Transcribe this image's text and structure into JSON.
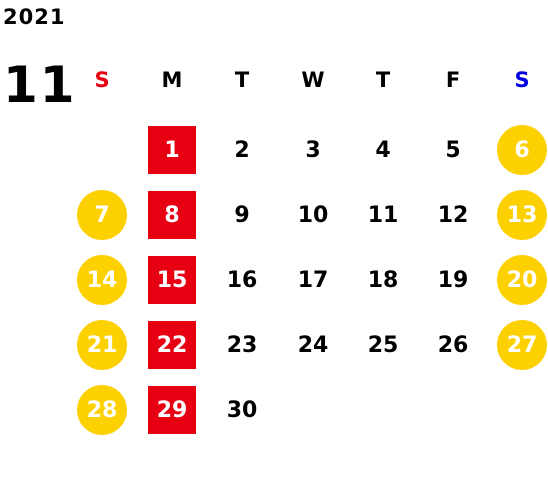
{
  "year": "2021",
  "month": "11",
  "colors": {
    "sunday_label": "#e60012",
    "saturday_label": "#0000e0",
    "weekday_label": "#000000",
    "weekend_circle": "#fdd000",
    "monday_highlight": "#e60012",
    "regular_day_text": "#000000",
    "highlight_text": "#ffffff"
  },
  "weekdays": [
    {
      "label": "S",
      "kind": "sunday"
    },
    {
      "label": "M",
      "kind": "weekday"
    },
    {
      "label": "T",
      "kind": "weekday"
    },
    {
      "label": "W",
      "kind": "weekday"
    },
    {
      "label": "T",
      "kind": "weekday"
    },
    {
      "label": "F",
      "kind": "weekday"
    },
    {
      "label": "S",
      "kind": "saturday"
    }
  ],
  "weeks": [
    [
      null,
      {
        "d": "1",
        "style": "holiday"
      },
      {
        "d": "2"
      },
      {
        "d": "3"
      },
      {
        "d": "4"
      },
      {
        "d": "5"
      },
      {
        "d": "6",
        "style": "weekend"
      }
    ],
    [
      {
        "d": "7",
        "style": "weekend"
      },
      {
        "d": "8",
        "style": "holiday"
      },
      {
        "d": "9"
      },
      {
        "d": "10"
      },
      {
        "d": "11"
      },
      {
        "d": "12"
      },
      {
        "d": "13",
        "style": "weekend"
      }
    ],
    [
      {
        "d": "14",
        "style": "weekend"
      },
      {
        "d": "15",
        "style": "holiday"
      },
      {
        "d": "16"
      },
      {
        "d": "17"
      },
      {
        "d": "18"
      },
      {
        "d": "19"
      },
      {
        "d": "20",
        "style": "weekend"
      }
    ],
    [
      {
        "d": "21",
        "style": "weekend"
      },
      {
        "d": "22",
        "style": "holiday"
      },
      {
        "d": "23"
      },
      {
        "d": "24"
      },
      {
        "d": "25"
      },
      {
        "d": "26"
      },
      {
        "d": "27",
        "style": "weekend"
      }
    ],
    [
      {
        "d": "28",
        "style": "weekend"
      },
      {
        "d": "29",
        "style": "holiday"
      },
      {
        "d": "30"
      },
      null,
      null,
      null,
      null
    ]
  ]
}
